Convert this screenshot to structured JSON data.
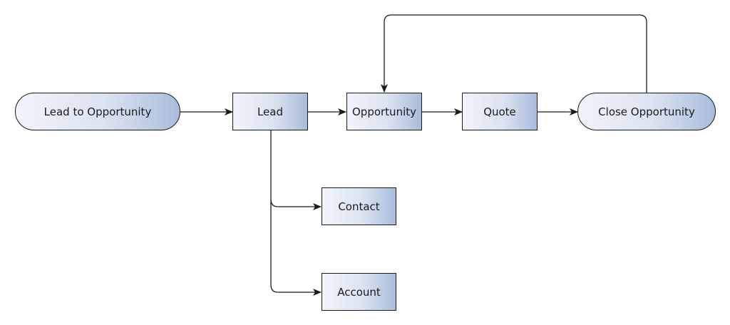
{
  "nodes": {
    "lead_to_opportunity": "Lead to Opportunity",
    "lead": "Lead",
    "opportunity": "Opportunity",
    "quote": "Quote",
    "close_opportunity": "Close Opportunity",
    "contact": "Contact",
    "account": "Account"
  },
  "edges": [
    {
      "from": "lead_to_opportunity",
      "to": "lead"
    },
    {
      "from": "lead",
      "to": "opportunity"
    },
    {
      "from": "opportunity",
      "to": "quote"
    },
    {
      "from": "quote",
      "to": "close_opportunity"
    },
    {
      "from": "close_opportunity",
      "to": "opportunity"
    },
    {
      "from": "lead",
      "to": "contact"
    },
    {
      "from": "lead",
      "to": "account"
    }
  ],
  "colors": {
    "node_fill_light": "#f1f4fa",
    "node_fill_dark": "#a9bcdb",
    "stroke": "#1a1a1a"
  }
}
